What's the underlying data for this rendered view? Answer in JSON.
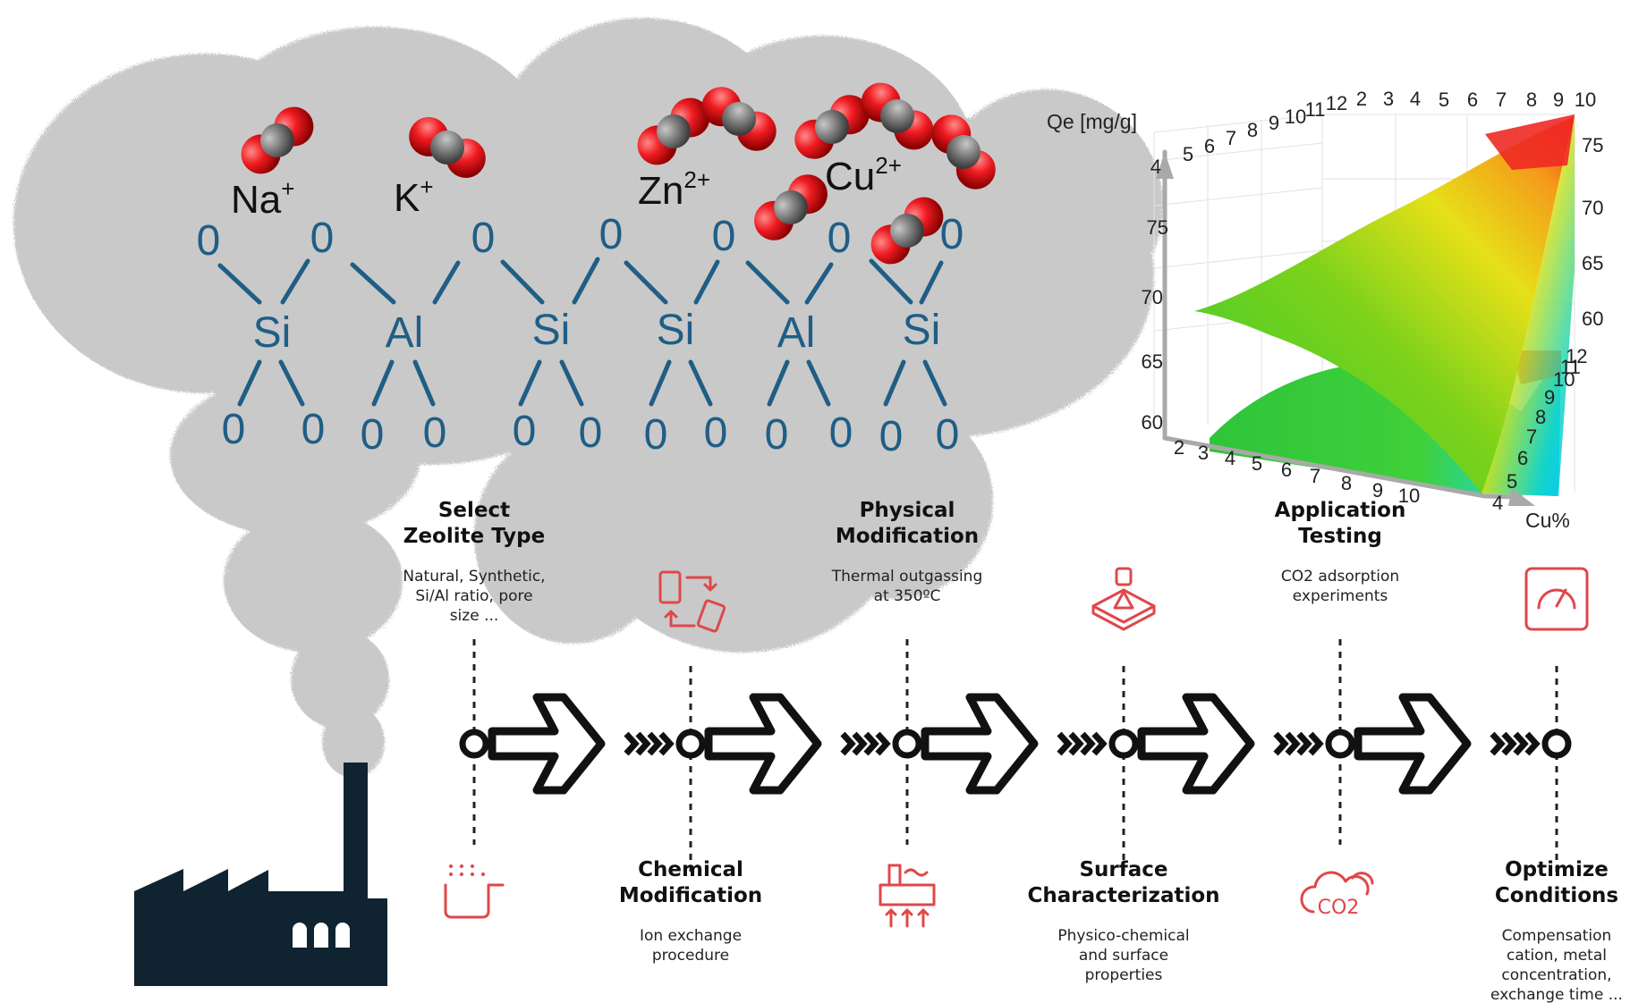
{
  "colors": {
    "framework": "#1f5e86",
    "cloud": "#c8c8c8",
    "factory": "#0f2430",
    "accent": "#e0474a",
    "arrow": "#111111",
    "o_atom": "#e8141b",
    "c_atom": "#7a7a7a"
  },
  "cations": [
    {
      "symbol": "Na",
      "charge": "+"
    },
    {
      "symbol": "K",
      "charge": "+"
    },
    {
      "symbol": "Zn",
      "charge": "2+"
    },
    {
      "symbol": "Cu",
      "charge": "2+"
    }
  ],
  "framework": {
    "tetrahedra": [
      "Si",
      "Al",
      "Si",
      "Si",
      "Al",
      "Si"
    ],
    "oxygen_label": "0"
  },
  "surface_plot": {
    "z_label": "Qe [mg/g]",
    "x_label": "Cu%",
    "z_ticks_left": [
      "4",
      "75",
      "70",
      "65",
      "60"
    ],
    "z_ticks_right": [
      "75",
      "70",
      "65",
      "60"
    ],
    "top_ticks": [
      "5",
      "6",
      "7",
      "8",
      "9",
      "10",
      "11",
      "12",
      "2",
      "3",
      "4",
      "5",
      "6",
      "7",
      "8",
      "9",
      "10"
    ],
    "bottom_x_ticks": [
      "2",
      "3",
      "4",
      "5",
      "6",
      "7",
      "8",
      "9",
      "10"
    ],
    "right_y_ticks": [
      "4",
      "5",
      "6",
      "7",
      "8",
      "9",
      "10",
      "11",
      "12"
    ]
  },
  "steps": [
    {
      "title_l1": "Select",
      "title_l2": "Zeolite Type",
      "desc": [
        "Natural, Synthetic,",
        "Si/Al ratio, pore",
        "size ..."
      ],
      "icon": "measuring-cup-icon"
    },
    {
      "title_l1": "Chemical",
      "title_l2": "Modification",
      "desc": [
        "Ion exchange",
        "procedure"
      ],
      "icon": "exchange-containers-icon"
    },
    {
      "title_l1": "Physical",
      "title_l2": "Modification",
      "desc": [
        "Thermal outgassing",
        "at 350ºC"
      ],
      "icon": "thermal-furnace-icon"
    },
    {
      "title_l1": "Surface",
      "title_l2": "Characterization",
      "desc": [
        "Physico-chemical",
        "and surface",
        "properties"
      ],
      "icon": "surface-analysis-icon"
    },
    {
      "title_l1": "Application",
      "title_l2": "Testing",
      "desc": [
        "CO2 adsorption",
        "experiments"
      ],
      "icon": "co2-cloud-icon"
    },
    {
      "title_l1": "Optimize",
      "title_l2": "Conditions",
      "desc": [
        "Compensation",
        "cation, metal",
        "concentration,",
        "exchange time ..."
      ],
      "icon": "gauge-icon"
    }
  ],
  "co2_icon_label": "CO2"
}
